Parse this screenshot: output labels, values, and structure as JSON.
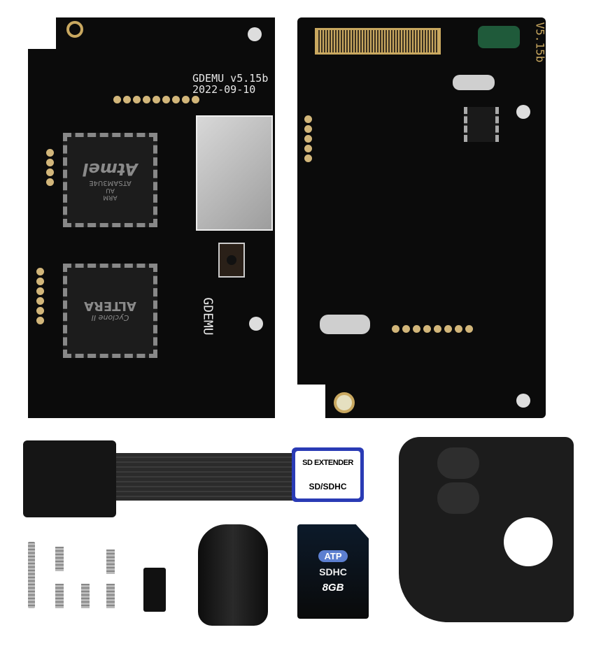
{
  "left_board": {
    "version_label": "GDEMU v5.15b",
    "date_label": "2022-09-10",
    "side_label": "GDEMU",
    "mcu_chip": {
      "brand": "Atmel",
      "model": "ATSAM3U4E",
      "suffix": "AU",
      "core": "ARM"
    },
    "fpga_chip": {
      "brand": "ALTERA",
      "family": "Cyclone II"
    }
  },
  "right_board": {
    "version_label": "V5.15b"
  },
  "sd_extender": {
    "title": "SD EXTENDER",
    "subtitle": "SD/SDHC",
    "border_color": "#2a3bb5"
  },
  "sd_card": {
    "brand": "ATP",
    "standard": "SDHC",
    "capacity": "8GB"
  }
}
